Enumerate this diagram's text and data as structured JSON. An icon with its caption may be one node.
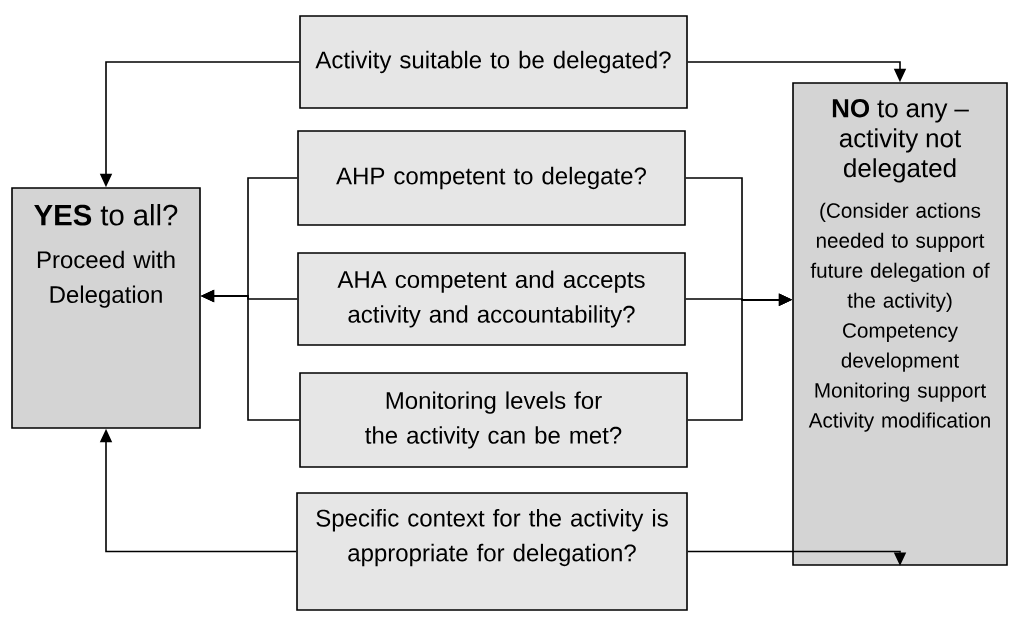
{
  "diagram": {
    "nodes": [
      {
        "text": [
          "Activity suitable to be delegated?"
        ]
      },
      {
        "text": [
          "**YES** to all?",
          "Proceed with Delegation"
        ]
      },
      {
        "text": [
          "AHP competent to delegate?"
        ]
      },
      {
        "text": [
          "AHA competent and accepts activity and accountability?"
        ]
      },
      {
        "text": [
          "Monitoring levels for the activity can be met?"
        ]
      },
      {
        "text": [
          "Specific context for the activity is appropriate for delegation?"
        ]
      },
      {
        "text": [
          "**NO** to any – activity not delegated",
          "(Consider actions needed to support future delegation of the activity)",
          "Competency development",
          "Monitoring support",
          "Activity modification"
        ]
      }
    ],
    "edges": [
      {
        "from": 0,
        "to": 1,
        "arrow": "to"
      },
      {
        "from": 0,
        "to": 6,
        "arrow": "to"
      },
      {
        "from": 2,
        "to": 1,
        "arrow": "to"
      },
      {
        "from": 3,
        "to": 1,
        "arrow": "to"
      },
      {
        "from": 4,
        "to": 1,
        "arrow": "to"
      },
      {
        "from": 2,
        "to": 6,
        "arrow": "to"
      },
      {
        "from": 3,
        "to": 6,
        "arrow": "to"
      },
      {
        "from": 4,
        "to": 6,
        "arrow": "to"
      },
      {
        "from": 5,
        "to": 1,
        "arrow": "to"
      },
      {
        "from": 5,
        "to": 6,
        "arrow": "to"
      }
    ]
  }
}
